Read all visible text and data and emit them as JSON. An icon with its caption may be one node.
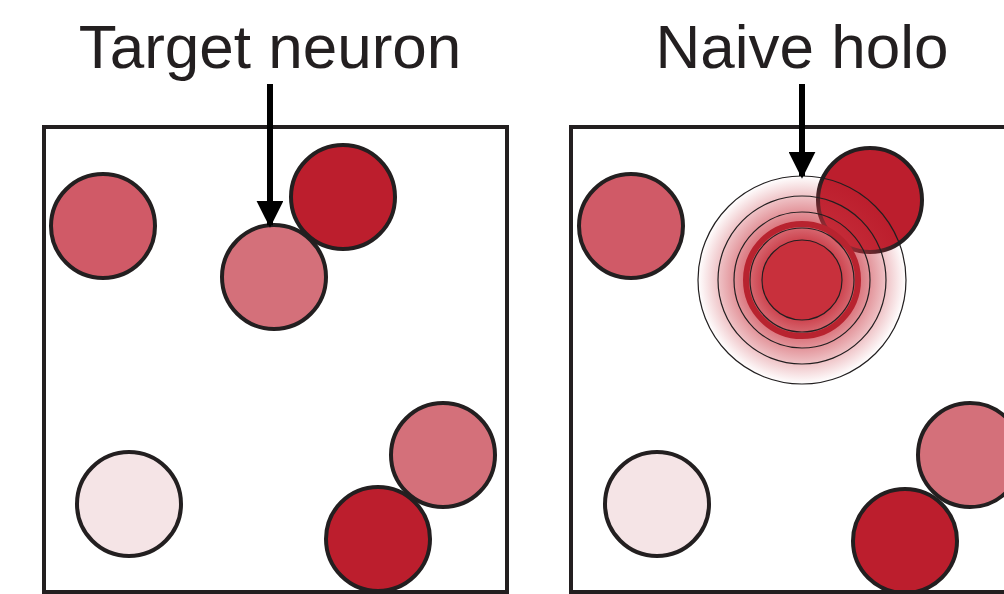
{
  "diagram": {
    "nodes": [
      {
        "text": [
          "Target neuron"
        ]
      },
      {
        "text": [],
        "shape": "box"
      },
      {
        "text": [],
        "shape": "circle",
        "in": 1
      },
      {
        "text": [],
        "shape": "circle",
        "in": 1
      },
      {
        "text": [],
        "shape": "circle",
        "in": 1
      },
      {
        "text": [],
        "shape": "circle",
        "in": 1
      },
      {
        "text": [],
        "shape": "circle",
        "in": 1
      },
      {
        "text": [],
        "shape": "circle",
        "in": 1
      },
      {
        "text": [
          "Naive holo"
        ]
      },
      {
        "text": [],
        "shape": "box"
      },
      {
        "text": [],
        "shape": "circle",
        "in": 9
      },
      {
        "text": [],
        "shape": "circle",
        "in": 9
      },
      {
        "text": [],
        "shape": "circle",
        "in": 9
      },
      {
        "text": [],
        "shape": "circle",
        "in": 9
      },
      {
        "text": [],
        "shape": "circle",
        "in": 9
      },
      {
        "text": [],
        "shape": "circle",
        "in": 9
      }
    ],
    "edges": [
      {
        "from": 0,
        "to": 4,
        "arrow": "to"
      },
      {
        "from": 8,
        "to": 12,
        "arrow": "to"
      }
    ]
  }
}
